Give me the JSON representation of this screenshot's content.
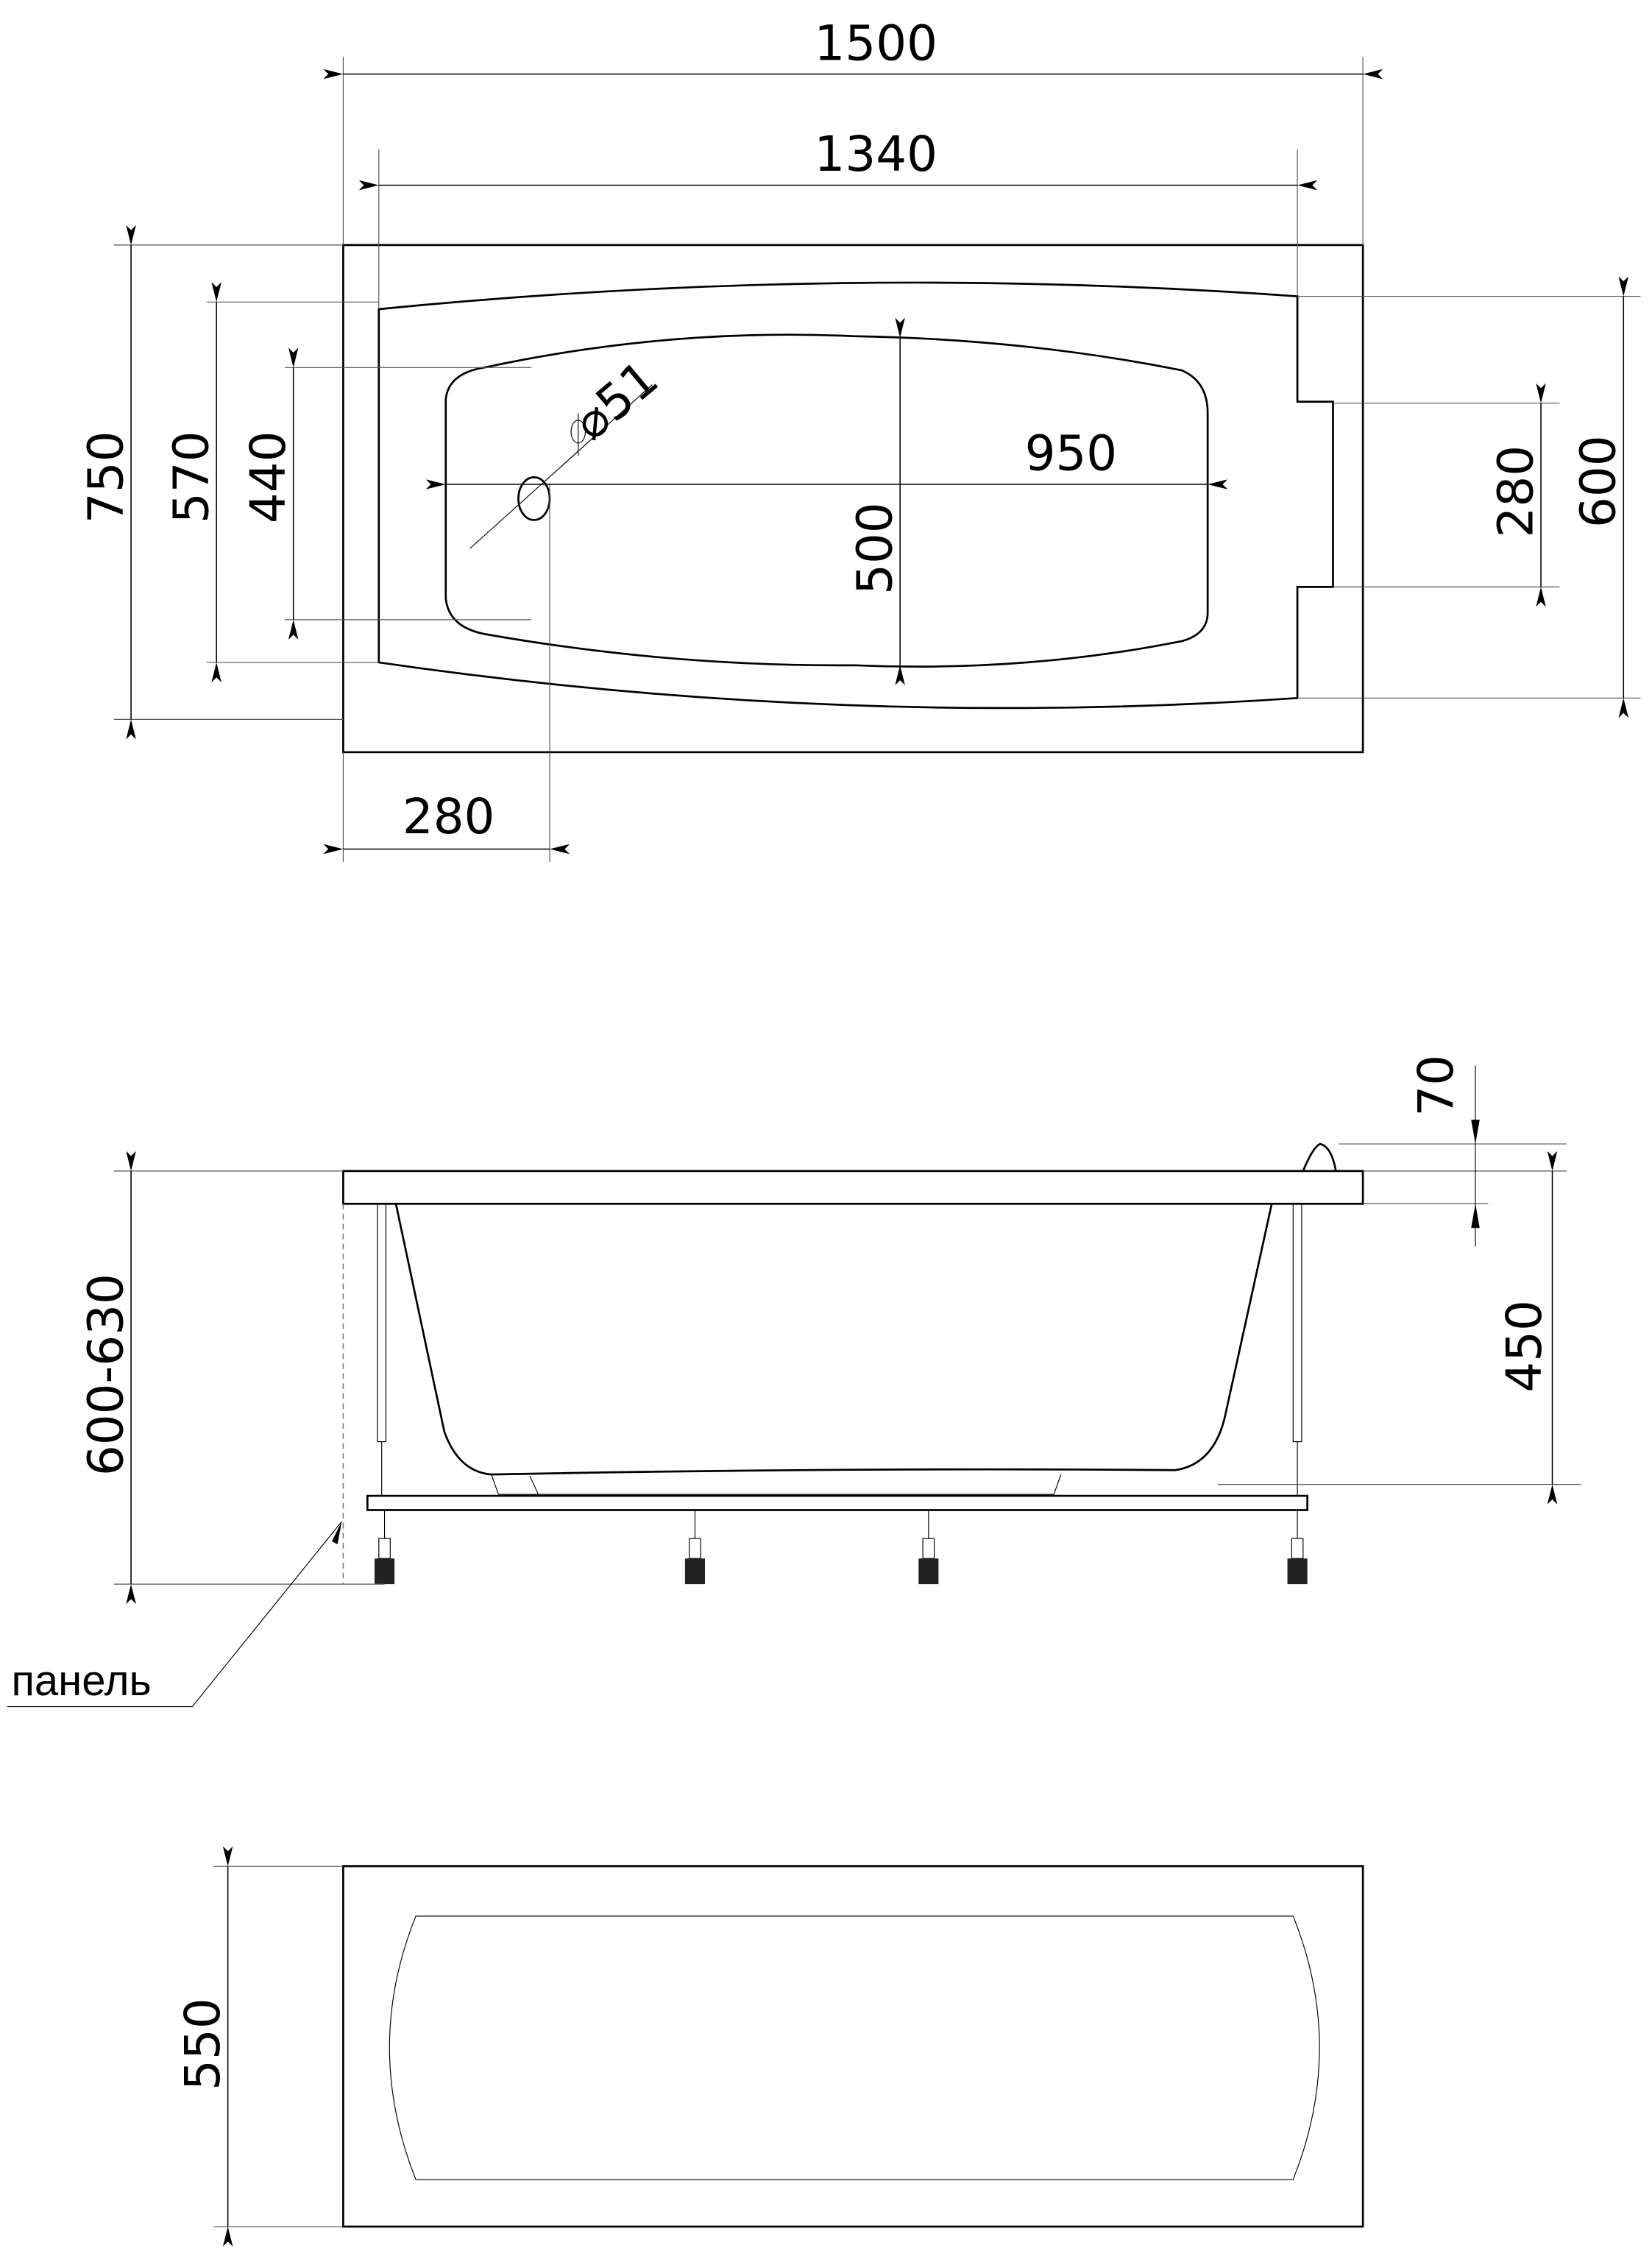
{
  "top_view": {
    "overall_length": "1500",
    "inner_length": "1340",
    "overall_width": "750",
    "inner_width": "570",
    "basin_end_width": "440",
    "drain_offset": "280",
    "drain_diameter": "⌀51",
    "basin_length": "950",
    "basin_width": "500",
    "headrest_width": "280",
    "rim_width": "600"
  },
  "side_view": {
    "height_range": "600-630",
    "headrest_height": "70",
    "depth": "450",
    "panel_label": "панель"
  },
  "panel_view": {
    "panel_height": "550"
  },
  "colors": {
    "line": "#000000",
    "background": "#ffffff"
  }
}
